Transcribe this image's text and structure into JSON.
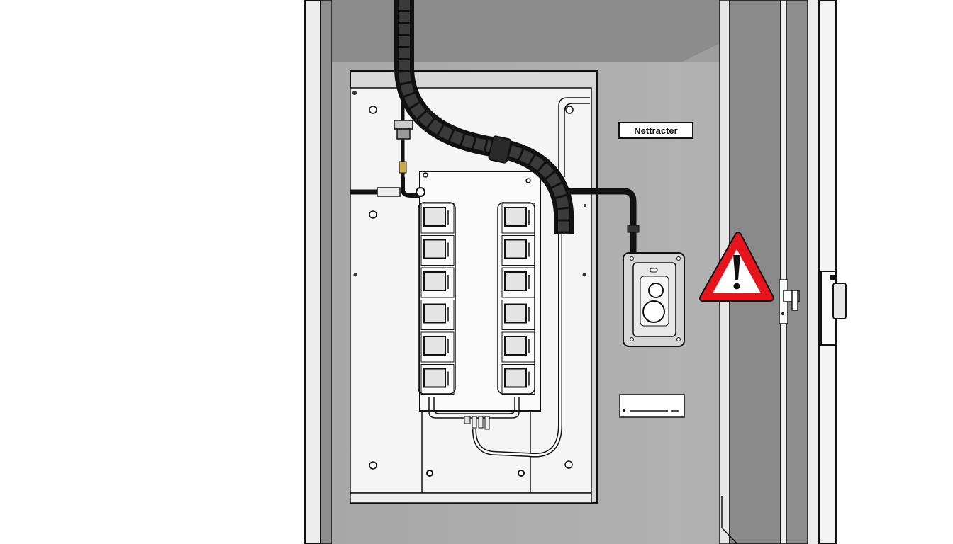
{
  "scene": {
    "description": "Line-art illustration of an open electrical cabinet with breaker panel, cable conduit, outlet box and warning sign",
    "colors": {
      "background": "#ffffff",
      "cabinet_wall": "#a9a9a9",
      "cabinet_top": "#8c8c8c",
      "panel_plate": "#f4f4f4",
      "door_dark": "#8a8a8a",
      "door_frame": "#e6e6e6",
      "conduit": "#1a1a1a",
      "warning_red": "#e8141c",
      "outline": "#111111"
    }
  },
  "labels": {
    "brand_label": "Nettracter",
    "blank_label_prefix": "≡"
  },
  "breaker_panel": {
    "left_column_count": 6,
    "right_column_count": 6
  },
  "warning_sign": {
    "symbol": "!",
    "type": "exclamation-triangle"
  }
}
